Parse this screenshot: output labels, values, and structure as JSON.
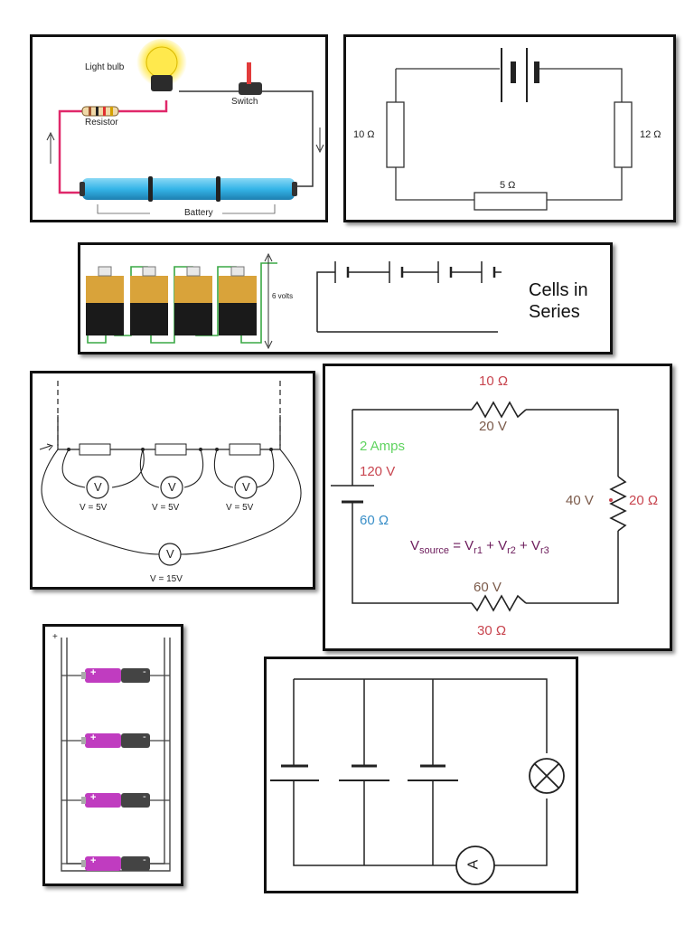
{
  "panel1": {
    "light_bulb": "Light bulb",
    "switch": "Switch",
    "resistor": "Resistor",
    "battery": "Battery"
  },
  "panel2": {
    "r_left": "10 Ω",
    "r_right": "12 Ω",
    "r_bottom": "5 Ω"
  },
  "panel3": {
    "volts": "6 volts",
    "title_line1": "Cells in",
    "title_line2": "Series"
  },
  "panel4": {
    "v1": "V = 5V",
    "v2": "V = 5V",
    "v3": "V = 5V",
    "v_total": "V = 15V",
    "meter": "V"
  },
  "panel5": {
    "r1": "10 Ω",
    "v1": "20 V",
    "current": "2 Amps",
    "emf": "120 V",
    "r_internal": "60 Ω",
    "v2": "40 V",
    "r2": "20 Ω",
    "v3": "60 V",
    "r3": "30 Ω",
    "equation": {
      "lhs": "V",
      "lhs_sub": "source",
      "eq": " = ",
      "t1": "V",
      "t1_sub": "r1",
      "plus1": " + ",
      "t2": "V",
      "t2_sub": "r2",
      "plus2": " + ",
      "t3": "V",
      "t3_sub": "r3"
    }
  },
  "panel6": {
    "plus": "+",
    "minus": "-"
  },
  "panel7": {
    "ammeter": "A"
  },
  "colors": {
    "red_label": "#c8454f",
    "brown_label": "#7b5a4a",
    "green_label": "#5fd35f",
    "blue_label": "#3a8fc8",
    "purple_label": "#6b1a5a",
    "battery_blue": "#35b5e8",
    "wire_pink": "#e0286a",
    "magenta_cell": "#c03cc0",
    "bulb_yellow": "#ffe94d"
  }
}
